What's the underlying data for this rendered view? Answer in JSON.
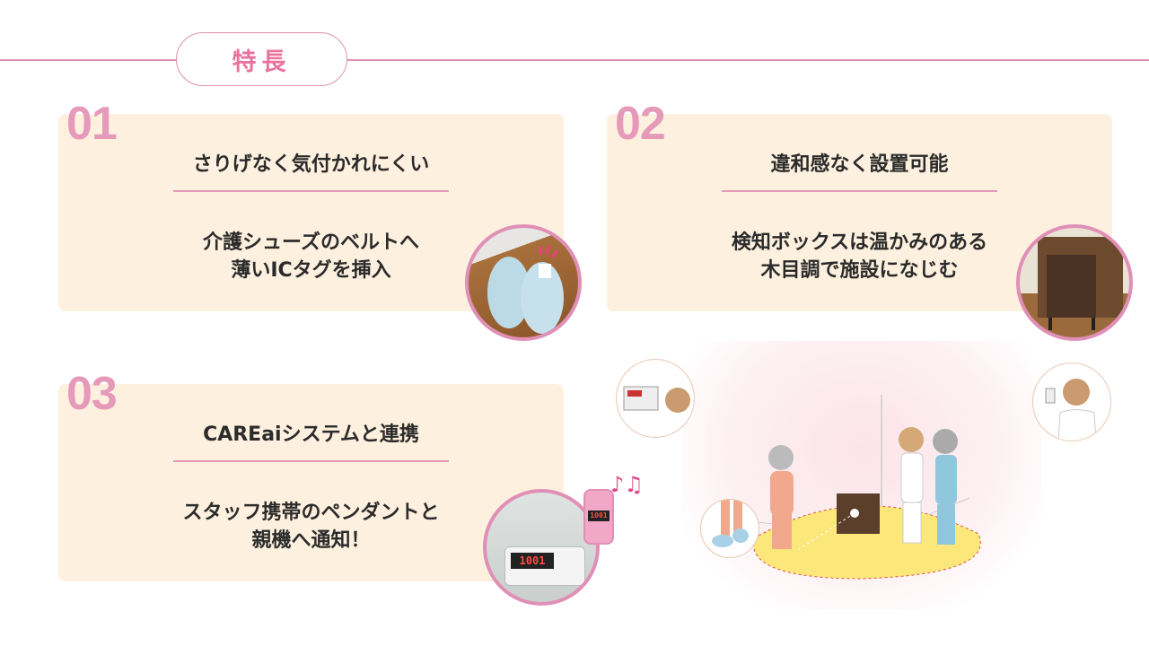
{
  "header": {
    "title": "特長"
  },
  "features": [
    {
      "number": "01",
      "title": "さりげなく気付かれにくい",
      "body": [
        "介護シューズのベルトへ",
        "薄いICタグを挿入"
      ]
    },
    {
      "number": "02",
      "title": "違和感なく設置可能",
      "body": [
        "検知ボックスは温かみのある",
        "木目調で施設になじむ"
      ]
    },
    {
      "number": "03",
      "title": "CAREaiシステムと連携",
      "body": [
        "スタッフ携帯のペンダントと",
        "親機へ通知！"
      ]
    }
  ],
  "device": {
    "display": "1001",
    "pendant_display": "1001"
  },
  "colors": {
    "accent": "#e8749e",
    "card": "#fdf0df",
    "number": "#e59ab9"
  }
}
